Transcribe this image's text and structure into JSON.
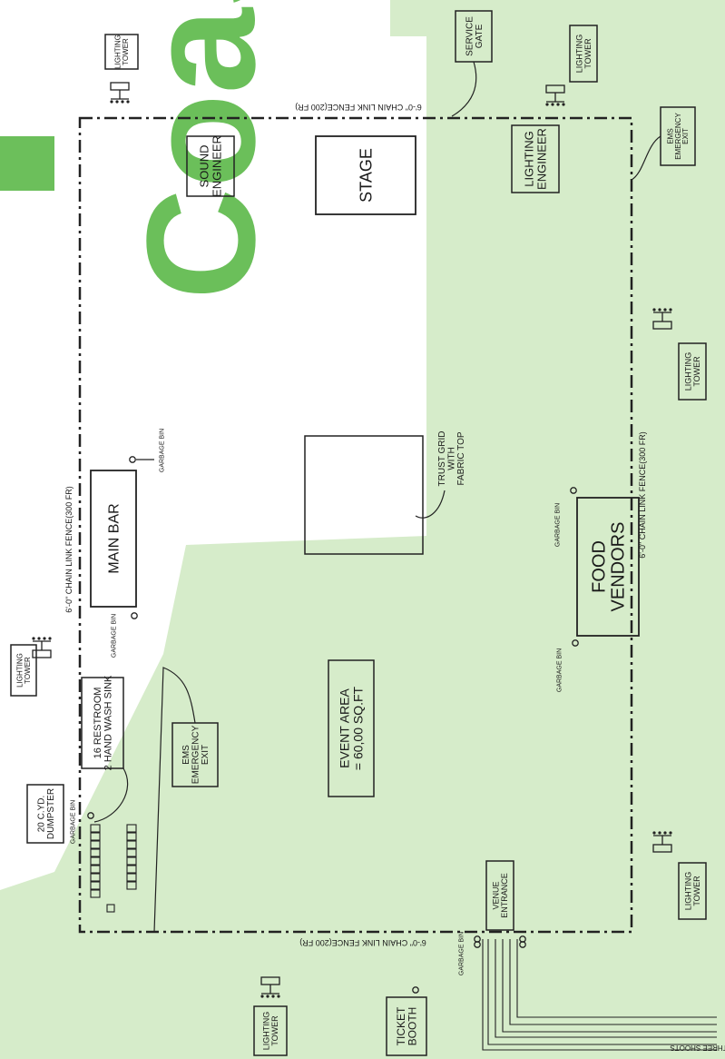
{
  "watermark": {
    "text": "Coas",
    "color": "#4caf3a"
  },
  "background": {
    "green": "#cfe6c4",
    "accent": "#4caf3a"
  },
  "labels": {
    "fence_top": "6'-0\" CHAIN LINK FENCE(200 FR)",
    "fence_bottom": "6'-0\" CHAIN LINK FENCE(200 FR)",
    "fence_left": "6'-0\" CHAIN LINK FENCE(300 FR)",
    "fence_right": "6'-0\" CHAIN LINK FENCE(300 FR)",
    "service_gate": [
      "SERVICE",
      "GATE"
    ],
    "stage": "STAGE",
    "sound_engineer": [
      "SOUND",
      "ENGINEER"
    ],
    "lighting_engineer": [
      "LIGHTING",
      "ENGINEER"
    ],
    "ems_exit": [
      "EMS",
      "EMERGENCY",
      "EXIT"
    ],
    "lighting_tower": [
      "LIGHTING",
      "TOWER"
    ],
    "main_bar": "MAIN BAR",
    "garbage_bin": "GARBAGE BIN",
    "trust_grid": [
      "TRUST GRID",
      "WITH",
      "FABRIC TOP"
    ],
    "food_vendors": [
      "FOOD",
      "VENDORS"
    ],
    "event_area": [
      "EVENT AREA",
      "= 60,00 SQ.FT"
    ],
    "restroom": [
      "16 RESTROOM",
      "2 HAND WASH SINK"
    ],
    "dumpster": [
      "20 C.YD.",
      "DUMPSTER"
    ],
    "venue_entrance": [
      "VENUE",
      "ENTRANCE"
    ],
    "ticket_booth": [
      "TICKET",
      "BOOTH"
    ],
    "three_shoots": "THREE SHOOTS"
  }
}
